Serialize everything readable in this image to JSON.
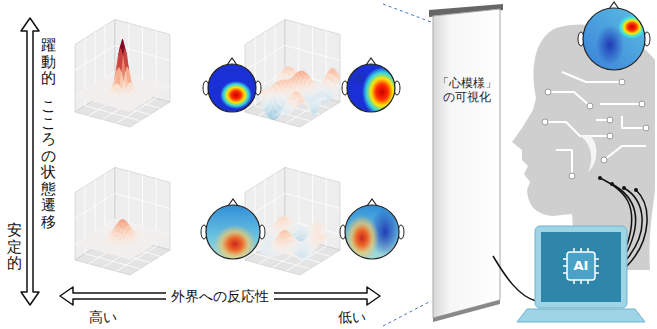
{
  "diagram": {
    "nodes": [
      {
        "text": [
          "「心模様」の可視化"
        ]
      },
      {
        "text": [
          "AI"
        ]
      }
    ],
    "labels": [
      "躍動的",
      "こころの状態遷移",
      "安定的",
      "外界への反応性",
      "高い",
      "低い"
    ]
  }
}
